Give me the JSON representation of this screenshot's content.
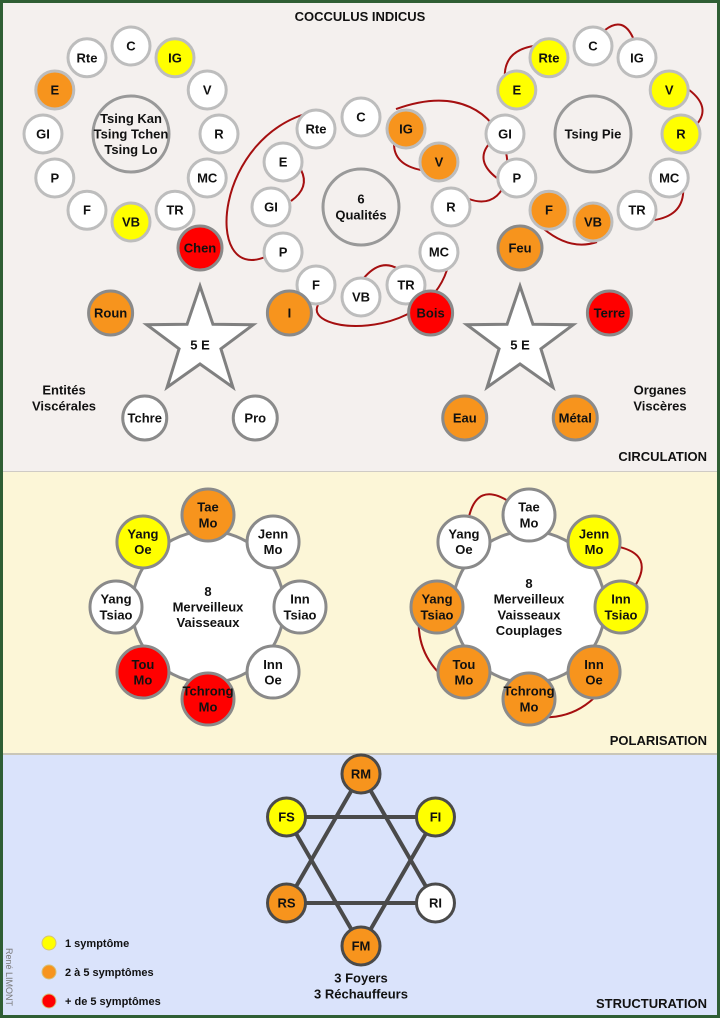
{
  "title": "COCCULUS INDICUS",
  "colors": {
    "none": "#ffffff",
    "yellow": "#ffff00",
    "orange": "#f7941d",
    "red": "#ff0000",
    "link": "#a50f10",
    "stroke": "#bdbdbd",
    "stroke_dark": "#8a8a8a",
    "star": "#808080"
  },
  "sections": {
    "circulation": "CIRCULATION",
    "polarisation": "POLARISATION",
    "structuration": "STRUCTURATION"
  },
  "ring_tsing_kan": {
    "center": [
      "Tsing Kan",
      "Tsing Tchen",
      "Tsing Lo"
    ],
    "nodes": [
      {
        "label": "C",
        "level": "none"
      },
      {
        "label": "IG",
        "level": "yellow"
      },
      {
        "label": "V",
        "level": "none"
      },
      {
        "label": "R",
        "level": "none"
      },
      {
        "label": "MC",
        "level": "none"
      },
      {
        "label": "TR",
        "level": "none"
      },
      {
        "label": "VB",
        "level": "yellow"
      },
      {
        "label": "F",
        "level": "none"
      },
      {
        "label": "P",
        "level": "none"
      },
      {
        "label": "GI",
        "level": "none"
      },
      {
        "label": "E",
        "level": "orange"
      },
      {
        "label": "Rte",
        "level": "none"
      }
    ]
  },
  "ring_6_qualites": {
    "center": [
      "6",
      "Qualités"
    ],
    "nodes": [
      {
        "label": "C",
        "level": "none"
      },
      {
        "label": "IG",
        "level": "orange"
      },
      {
        "label": "V",
        "level": "orange"
      },
      {
        "label": "R",
        "level": "none"
      },
      {
        "label": "MC",
        "level": "none"
      },
      {
        "label": "TR",
        "level": "none"
      },
      {
        "label": "VB",
        "level": "none"
      },
      {
        "label": "F",
        "level": "none"
      },
      {
        "label": "P",
        "level": "none"
      },
      {
        "label": "GI",
        "level": "none"
      },
      {
        "label": "E",
        "level": "none"
      },
      {
        "label": "Rte",
        "level": "none"
      }
    ]
  },
  "ring_tsing_pie": {
    "center": [
      "Tsing Pie"
    ],
    "nodes": [
      {
        "label": "C",
        "level": "none"
      },
      {
        "label": "IG",
        "level": "none"
      },
      {
        "label": "V",
        "level": "yellow"
      },
      {
        "label": "R",
        "level": "yellow"
      },
      {
        "label": "MC",
        "level": "none"
      },
      {
        "label": "TR",
        "level": "none"
      },
      {
        "label": "VB",
        "level": "orange"
      },
      {
        "label": "F",
        "level": "orange"
      },
      {
        "label": "P",
        "level": "none"
      },
      {
        "label": "GI",
        "level": "none"
      },
      {
        "label": "E",
        "level": "yellow"
      },
      {
        "label": "Rte",
        "level": "yellow"
      }
    ]
  },
  "star_entites": {
    "center": "5 E",
    "caption": [
      "Entités",
      "Viscérales"
    ],
    "nodes": [
      {
        "label": "Chen",
        "level": "red"
      },
      {
        "label": "I",
        "level": "orange"
      },
      {
        "label": "Pro",
        "level": "none"
      },
      {
        "label": "Tchre",
        "level": "none"
      },
      {
        "label": "Roun",
        "level": "orange"
      }
    ]
  },
  "star_organes": {
    "center": "5 E",
    "caption": [
      "Organes",
      "Viscères"
    ],
    "nodes": [
      {
        "label": "Feu",
        "level": "orange"
      },
      {
        "label": "Terre",
        "level": "red"
      },
      {
        "label": "Métal",
        "level": "orange"
      },
      {
        "label": "Eau",
        "level": "orange"
      },
      {
        "label": "Bois",
        "level": "red"
      }
    ]
  },
  "mv_left": {
    "center": [
      "8",
      "Merveilleux",
      "Vaisseaux"
    ],
    "nodes": [
      {
        "label": [
          "Tae",
          "Mo"
        ],
        "level": "orange"
      },
      {
        "label": [
          "Jenn",
          "Mo"
        ],
        "level": "none"
      },
      {
        "label": [
          "Inn",
          "Tsiao"
        ],
        "level": "none"
      },
      {
        "label": [
          "Inn",
          "Oe"
        ],
        "level": "none"
      },
      {
        "label": [
          "Tchrong",
          "Mo"
        ],
        "level": "red"
      },
      {
        "label": [
          "Tou",
          "Mo"
        ],
        "level": "red"
      },
      {
        "label": [
          "Yang",
          "Tsiao"
        ],
        "level": "none"
      },
      {
        "label": [
          "Yang",
          "Oe"
        ],
        "level": "yellow"
      }
    ]
  },
  "mv_right": {
    "center": [
      "8",
      "Merveilleux",
      "Vaisseaux",
      "Couplages"
    ],
    "nodes": [
      {
        "label": [
          "Tae",
          "Mo"
        ],
        "level": "none"
      },
      {
        "label": [
          "Jenn",
          "Mo"
        ],
        "level": "yellow"
      },
      {
        "label": [
          "Inn",
          "Tsiao"
        ],
        "level": "yellow"
      },
      {
        "label": [
          "Inn",
          "Oe"
        ],
        "level": "orange"
      },
      {
        "label": [
          "Tchrong",
          "Mo"
        ],
        "level": "orange"
      },
      {
        "label": [
          "Tou",
          "Mo"
        ],
        "level": "orange"
      },
      {
        "label": [
          "Yang",
          "Tsiao"
        ],
        "level": "orange"
      },
      {
        "label": [
          "Yang",
          "Oe"
        ],
        "level": "none"
      }
    ]
  },
  "hexagram": {
    "caption": [
      "3 Foyers",
      "3 Réchauffeurs"
    ],
    "nodes": [
      {
        "label": "RM",
        "level": "orange"
      },
      {
        "label": "FI",
        "level": "yellow"
      },
      {
        "label": "RI",
        "level": "none"
      },
      {
        "label": "FM",
        "level": "orange"
      },
      {
        "label": "RS",
        "level": "orange"
      },
      {
        "label": "FS",
        "level": "yellow"
      }
    ]
  },
  "legend": [
    {
      "label": "1 symptôme",
      "level": "yellow"
    },
    {
      "label": "2 à 5 symptômes",
      "level": "orange"
    },
    {
      "label": "+ de 5 symptômes",
      "level": "red"
    }
  ],
  "credit": "René LIMONT"
}
